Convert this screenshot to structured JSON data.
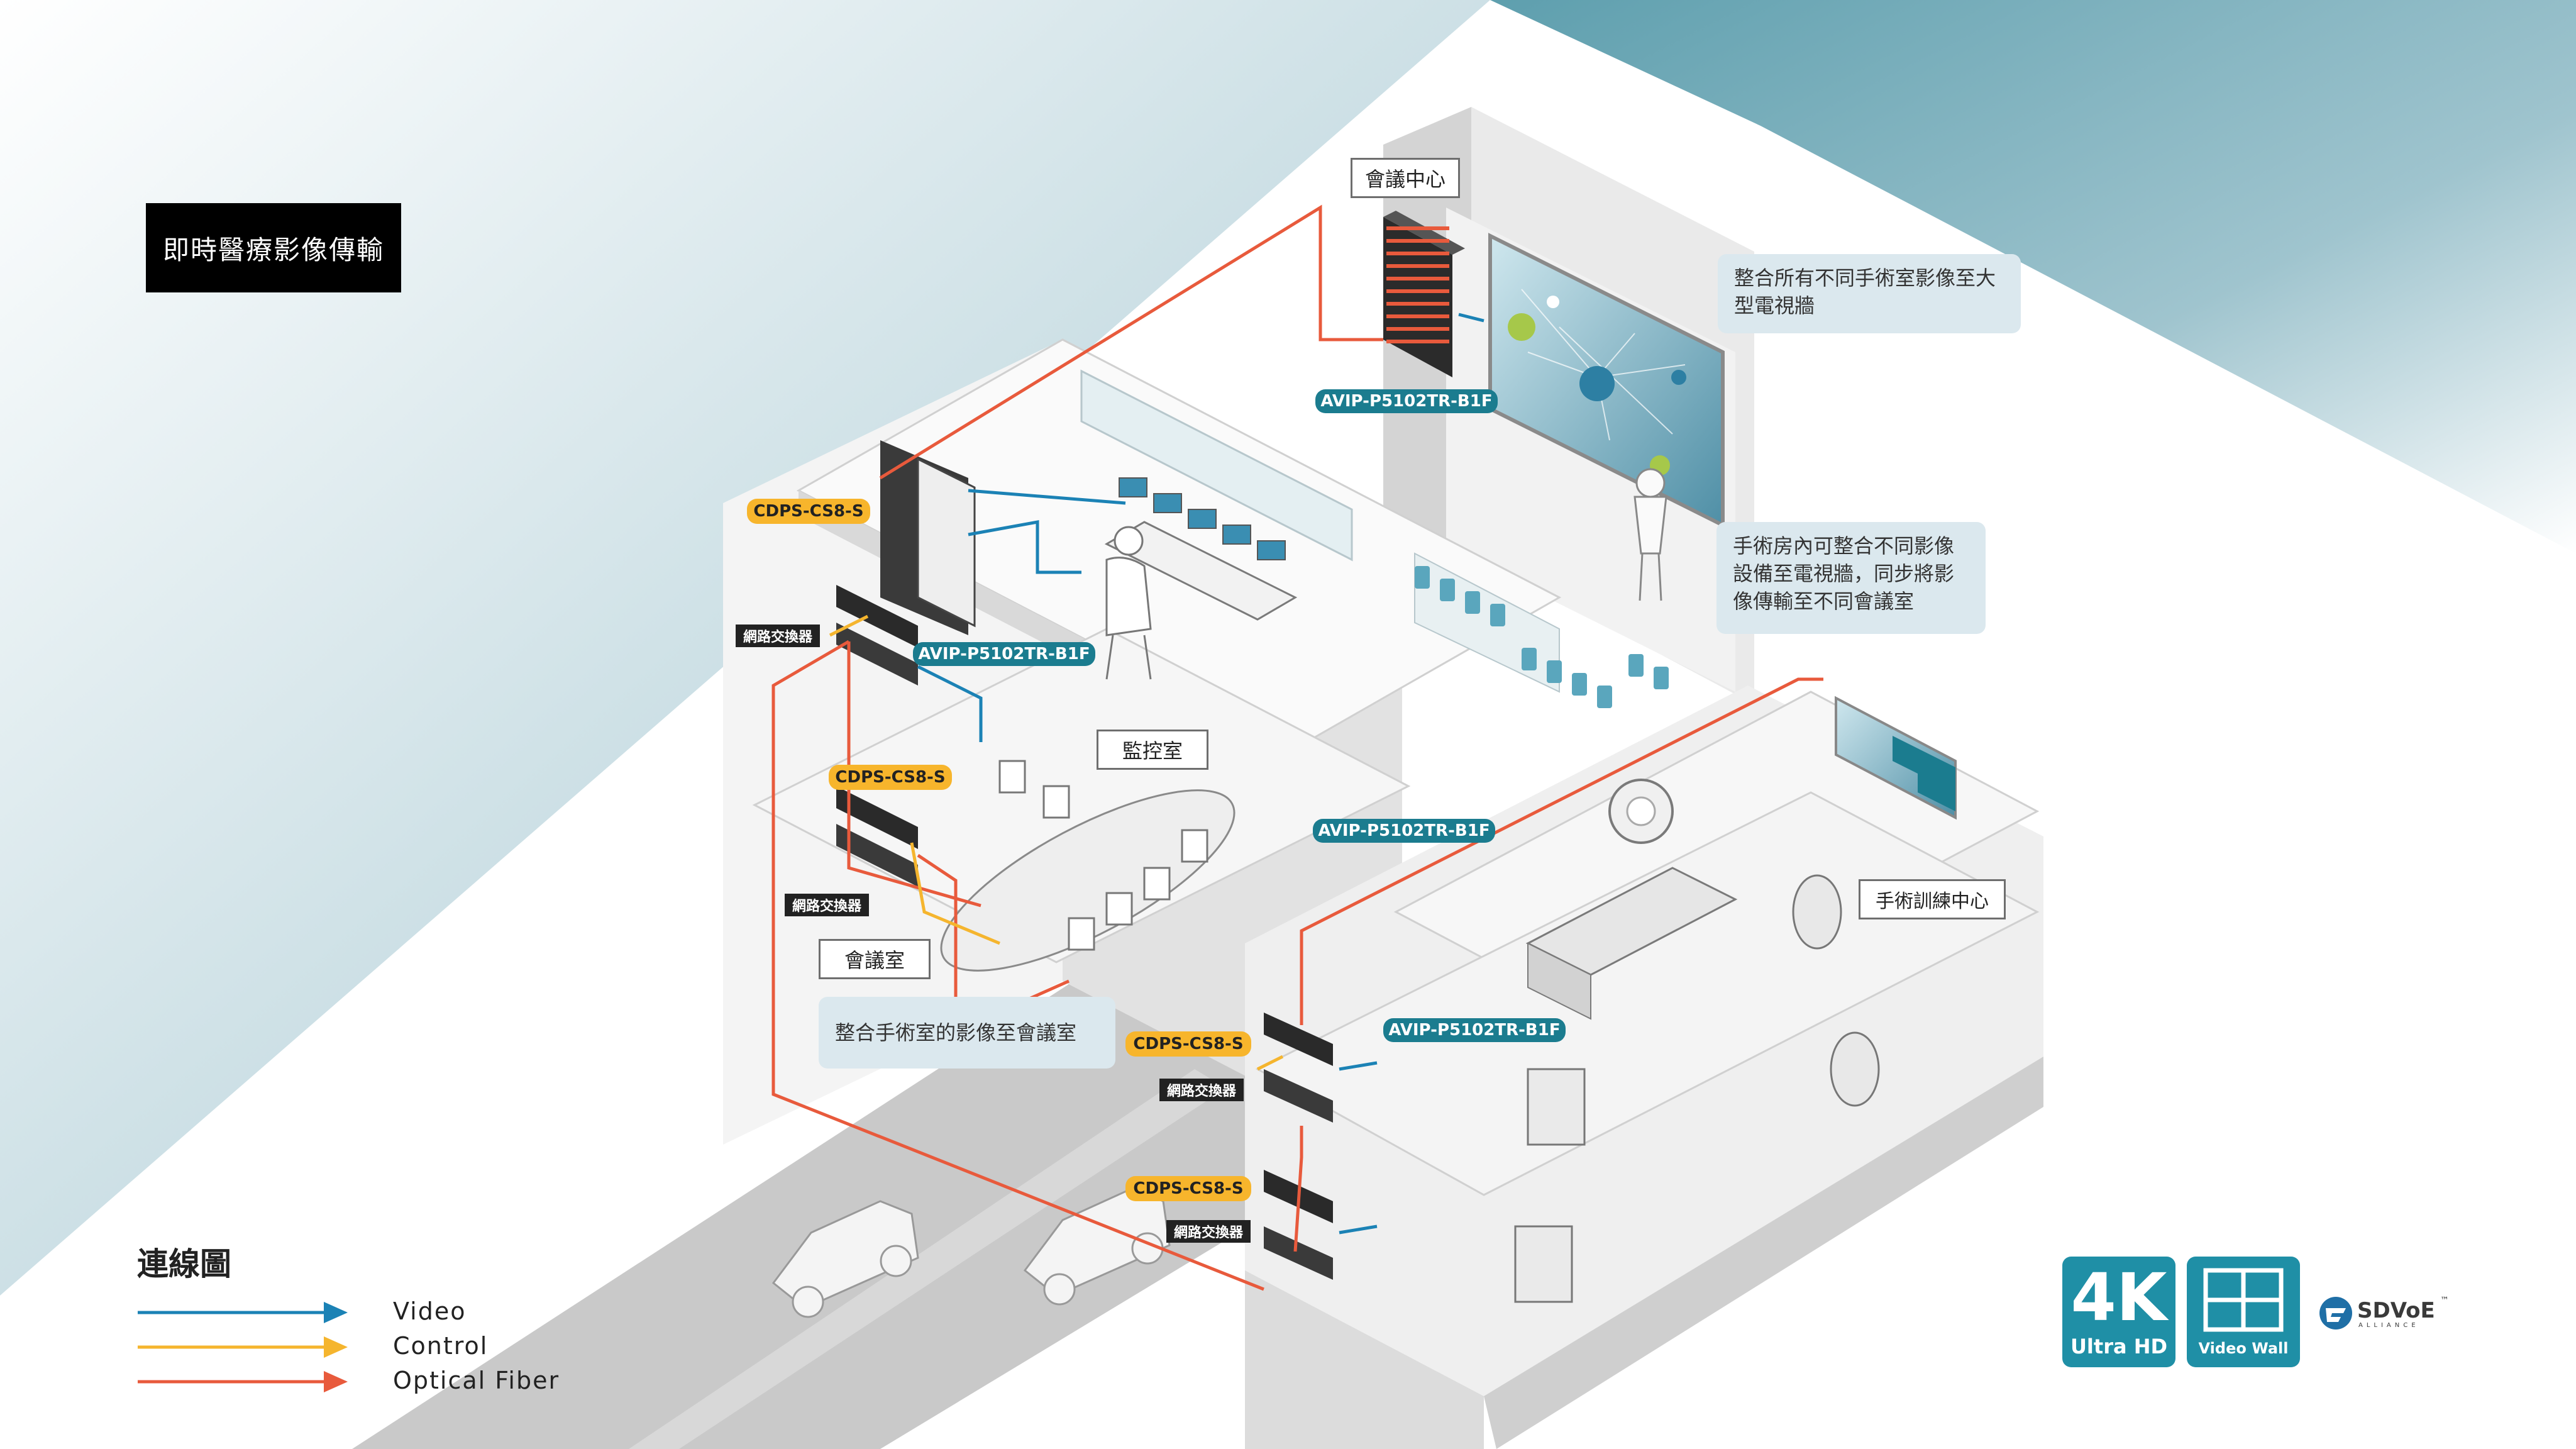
{
  "title": "即時醫療影像傳輸",
  "rooms": {
    "meeting_center": "會議中心",
    "monitor_room": "監控室",
    "conference_room": "會議室",
    "surgery_training_center": "手術訓練中心"
  },
  "callouts": {
    "video_wall": "整合所有不同手術室影像至大型電視牆",
    "operating_room": "手術房內可整合不同影像設備至電視牆，同步將影像傳輸至不同會議室",
    "conference": "整合手術室的影像至會議室"
  },
  "devices": {
    "switch_model": "CDPS-CS8-S",
    "extender_model": "AVIP-P5102TR-B1F",
    "network_switch": "網路交換器"
  },
  "legend": {
    "title": "連線圖",
    "items": [
      {
        "label": "Video",
        "color": "#1b82b5"
      },
      {
        "label": "Control",
        "color": "#f5b52e"
      },
      {
        "label": "Optical Fiber",
        "color": "#e85a3c"
      }
    ]
  },
  "badges": {
    "fourk_main": "4K",
    "fourk_sub": "Ultra HD",
    "video_wall": "Video Wall",
    "sdvoe": "SDVoE",
    "sdvoe_tm": "™",
    "sdvoe_sub": "ALLIANCE"
  },
  "colors": {
    "teal_bg": "#6aa8b5",
    "video_line": "#1b82b5",
    "control_line": "#f5b52e",
    "fiber_line": "#e85a3c",
    "badge_blue": "#1f8fa6"
  }
}
